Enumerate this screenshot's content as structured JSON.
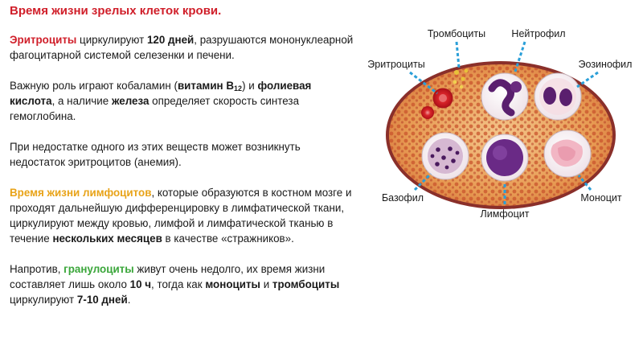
{
  "title": "Время жизни зрелых клеток крови.",
  "p1": {
    "term": "Эритроциты",
    "t1": " циркулируют ",
    "days": "120 дней",
    "t2": ", разрушаются мононуклеарной фагоцитарной системой селезенки и печени."
  },
  "p2": {
    "t1": "Важную роль играют кобаламин (",
    "vit": "витамин В",
    "vit_sub": "12",
    "t2": ") и ",
    "folic": "фолиевая кислота",
    "t3": ", а наличие ",
    "iron": "железа",
    "t4": " определяет скорость синтеза гемоглобина."
  },
  "p3": "При недостатке одного из этих веществ может возникнуть недостаток эритроцитов (анемия).",
  "p4": {
    "term": " Время жизни лимфоцитов",
    "t1": ", которые образуются в костном мозге и проходят дальнейшую дифференцировку в лимфатической ткани, циркулируют между кровью, лимфой и лимфатической тканью в течение ",
    "months": "нескольких месяцев",
    "t2": " в качестве «стражников»."
  },
  "p5": {
    "t1": "Напротив, ",
    "term": "гранулоциты",
    "t2": " живут очень недолго, их время жизни составляет лишь около ",
    "hours": "10 ч",
    "t3": ", тогда как ",
    "mono": "моноциты",
    "t4": " и ",
    "thrombo": "тромбоциты",
    "t5": " циркулируют ",
    "days": "7-10 дней",
    "t6": "."
  },
  "figure": {
    "labels": {
      "thrombocytes": "Тромбоциты",
      "neutrophil": "Нейтрофил",
      "erythrocytes": "Эритроциты",
      "eosinophil": "Эозинофил",
      "basophil": "Базофил",
      "monocyte": "Моноцит",
      "lymphocyte": "Лимфоцит"
    }
  },
  "colors": {
    "heading": "#d01f2a",
    "orange_term": "#e8a318",
    "green_term": "#3aa63a",
    "leader_line": "#2a9fd8"
  }
}
